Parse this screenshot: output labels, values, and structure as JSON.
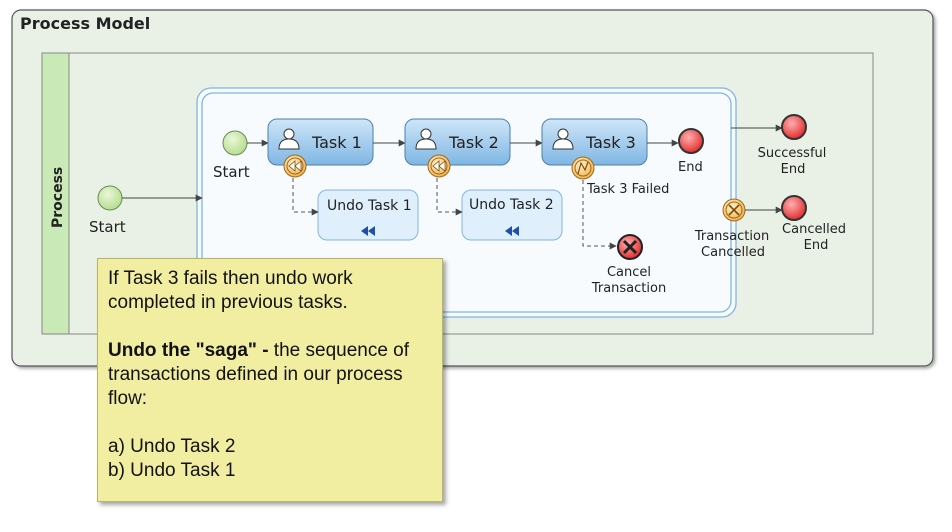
{
  "title": "Process Model",
  "pool_label": "Process",
  "outer_start_label": "Start",
  "inner_start_label": "Start",
  "tasks": [
    {
      "label": "Task 1"
    },
    {
      "label": "Task 2"
    },
    {
      "label": "Task 3"
    }
  ],
  "compensation_tasks": [
    {
      "label": "Undo Task 1"
    },
    {
      "label": "Undo Task 2"
    }
  ],
  "inner_end_label": "End",
  "error_boundary_label": "Task  3 Failed",
  "cancel_end": {
    "line1": "Cancel",
    "line2": "Transaction"
  },
  "successful_end": {
    "line1": "Successful",
    "line2": "End"
  },
  "cancel_boundary": {
    "line1": "Transaction",
    "line2": "Cancelled"
  },
  "cancelled_end": {
    "line1": "Cancelled",
    "line2": "End"
  },
  "note": {
    "line1": "If Task 3 fails then undo work",
    "line2": "completed in previous tasks.",
    "bold_part": "Undo the \"saga\" -",
    "rest_part": " the sequence of",
    "line4": "transactions defined in our process",
    "line5": "flow:",
    "item_a": "a) Undo Task 2",
    "item_b": "b) Undo Task 1"
  },
  "colors": {
    "pool_bg": "#e9f1e6",
    "lane_header": "#c9e9b6",
    "task_fill": "#8fc2e8",
    "undo_fill": "#dfeffb",
    "end_red": "#e83a3a",
    "note_bg": "#f2eea1",
    "start_green": "#c9e8a8"
  }
}
